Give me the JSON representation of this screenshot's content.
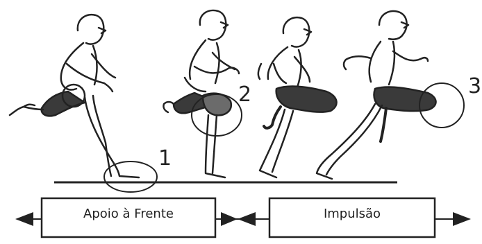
{
  "markers": {
    "one": "1",
    "two": "2",
    "three": "3"
  },
  "phases": {
    "front_support": "Apoio à Frente",
    "impulse": "Impulsão"
  },
  "colors": {
    "ink": "#222222",
    "thigh_shade": "#3a3a3a",
    "shank_shade": "#6b6b6b",
    "background": "#ffffff"
  }
}
